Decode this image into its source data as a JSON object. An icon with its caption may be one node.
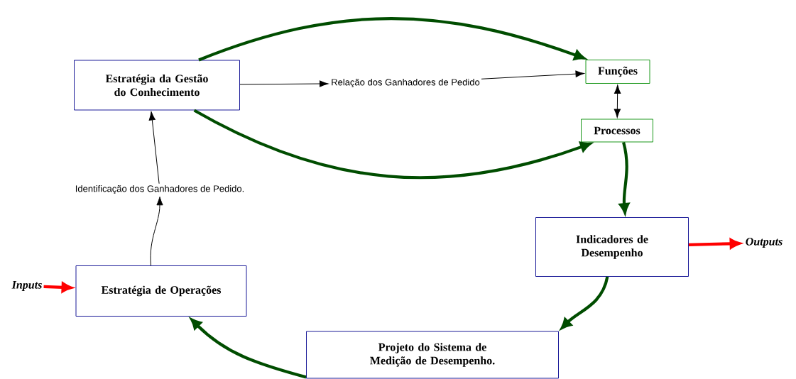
{
  "diagram": {
    "nodes": [
      {
        "text": [
          "Estratégia da Gestão do Conhecimento"
        ]
      },
      {
        "text": [
          "Relação dos Ganhadores de Pedido"
        ]
      },
      {
        "text": [
          "Funções"
        ]
      },
      {
        "text": [
          "Processos"
        ]
      },
      {
        "text": [
          "Indicadores de Desempenho"
        ]
      },
      {
        "text": [
          "Outputs"
        ]
      },
      {
        "text": [
          "Projeto do Sistema de Medição de Desempenho."
        ]
      },
      {
        "text": [
          "Estratégia de Operações"
        ]
      },
      {
        "text": [
          "Inputs"
        ]
      },
      {
        "text": [
          "Identificação dos Ganhadores de Pedido."
        ]
      }
    ],
    "edges": [
      {
        "from": 0,
        "to": 2,
        "arrow": "to",
        "color": "#004d00"
      },
      {
        "from": 0,
        "to": 3,
        "arrow": "to",
        "color": "#004d00"
      },
      {
        "from": 0,
        "to": 1,
        "arrow": "to"
      },
      {
        "from": 1,
        "to": 2,
        "arrow": "to"
      },
      {
        "from": 2,
        "to": 3,
        "arrow": "both"
      },
      {
        "from": 3,
        "to": 4,
        "arrow": "to",
        "color": "#004d00"
      },
      {
        "from": 4,
        "to": 5,
        "arrow": "to",
        "color": "#ff0000"
      },
      {
        "from": 4,
        "to": 6,
        "arrow": "to",
        "color": "#004d00"
      },
      {
        "from": 6,
        "to": 7,
        "arrow": "to",
        "color": "#004d00"
      },
      {
        "from": 8,
        "to": 7,
        "arrow": "to",
        "color": "#ff0000"
      },
      {
        "from": 7,
        "to": 9,
        "arrow": "to"
      },
      {
        "from": 9,
        "to": 0,
        "arrow": "to"
      }
    ]
  }
}
